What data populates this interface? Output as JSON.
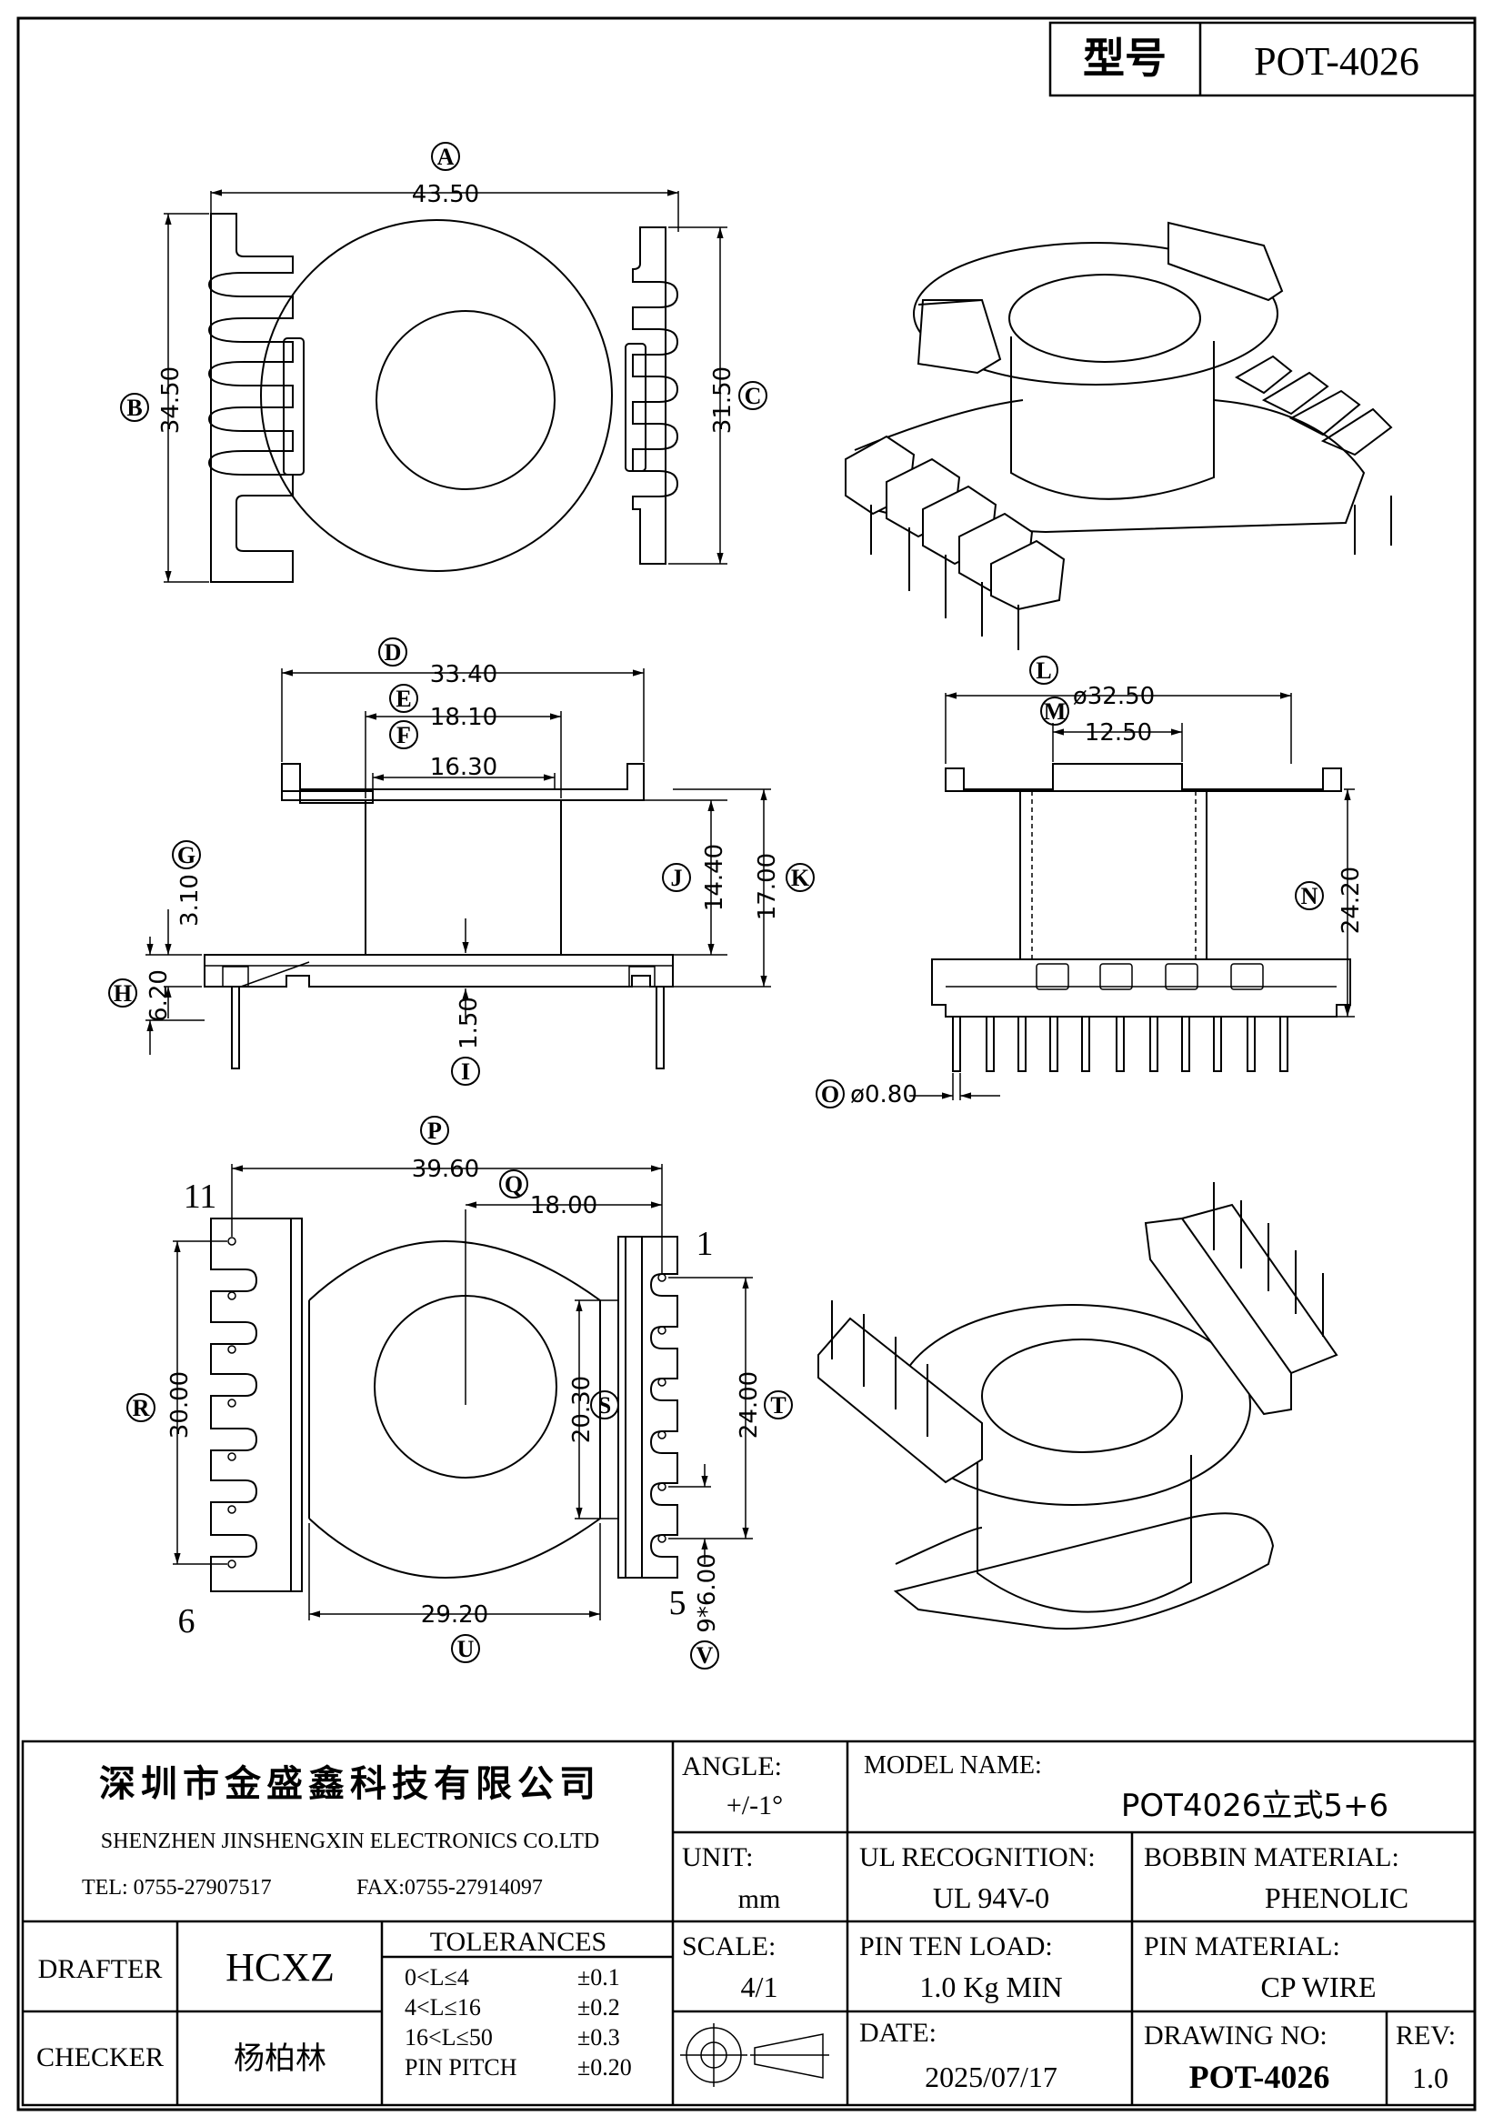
{
  "header": {
    "type_label": "型号",
    "model": "POT-4026"
  },
  "dims": {
    "A": {
      "letter": "A",
      "value": "43.50"
    },
    "B": {
      "letter": "B",
      "value": "34.50"
    },
    "C": {
      "letter": "C",
      "value": "31.50"
    },
    "D": {
      "letter": "D",
      "value": "33.40"
    },
    "E": {
      "letter": "E",
      "value": "18.10"
    },
    "F": {
      "letter": "F",
      "value": "16.30"
    },
    "G": {
      "letter": "G",
      "value": "3.10"
    },
    "H": {
      "letter": "H",
      "value": "6.20"
    },
    "I": {
      "letter": "I",
      "value": "1.50"
    },
    "J": {
      "letter": "J",
      "value": "14.40"
    },
    "K": {
      "letter": "K",
      "value": "17.00"
    },
    "L": {
      "letter": "L",
      "value": "ø32.50"
    },
    "M": {
      "letter": "M",
      "value": "12.50"
    },
    "N": {
      "letter": "N",
      "value": "24.20"
    },
    "O": {
      "letter": "O",
      "value": "ø0.80"
    },
    "P": {
      "letter": "P",
      "value": "39.60"
    },
    "Q": {
      "letter": "Q",
      "value": "18.00"
    },
    "R": {
      "letter": "R",
      "value": "30.00"
    },
    "S": {
      "letter": "S",
      "value": "20.30"
    },
    "T": {
      "letter": "T",
      "value": "24.00"
    },
    "U": {
      "letter": "U",
      "value": "29.20"
    },
    "V": {
      "letter": "V",
      "value": "9*6.00"
    }
  },
  "pins": {
    "p11": "11",
    "p1": "1",
    "p6": "6",
    "p5": "5"
  },
  "title_block": {
    "company_cn": "深圳市金盛鑫科技有限公司",
    "company_en": "SHENZHEN JINSHENGXIN ELECTRONICS CO.LTD",
    "tel": "TEL: 0755-27907517",
    "fax": "FAX:0755-27914097",
    "angle_label": "ANGLE:",
    "angle_value": "+/-1°",
    "model_name_label": "MODEL NAME:",
    "model_name_value": "POT4026立式5+6",
    "unit_label": "UNIT:",
    "unit_value": "mm",
    "ul_label": "UL RECOGNITION:",
    "ul_value": "UL 94V-0",
    "bobbin_label": "BOBBIN MATERIAL:",
    "bobbin_value": "PHENOLIC",
    "drafter_label": "DRAFTER",
    "drafter_value": "HCXZ",
    "tolerances_label": "TOLERANCES",
    "tolerances": [
      {
        "range": "0<L≤4",
        "tol": "±0.1"
      },
      {
        "range": "4<L≤16",
        "tol": "±0.2"
      },
      {
        "range": "16<L≤50",
        "tol": "±0.3"
      },
      {
        "range": "PIN PITCH",
        "tol": "±0.20"
      }
    ],
    "scale_label": "SCALE:",
    "scale_value": "4/1",
    "pin_load_label": "PIN TEN LOAD:",
    "pin_load_value": "1.0 Kg MIN",
    "pin_material_label": "PIN MATERIAL:",
    "pin_material_value": "CP WIRE",
    "checker_label": "CHECKER",
    "checker_value": "杨柏林",
    "date_label": "DATE:",
    "date_value": "2025/07/17",
    "drawing_no_label": "DRAWING NO:",
    "drawing_no_value": "POT-4026",
    "rev_label": "REV:",
    "rev_value": "1.0"
  }
}
